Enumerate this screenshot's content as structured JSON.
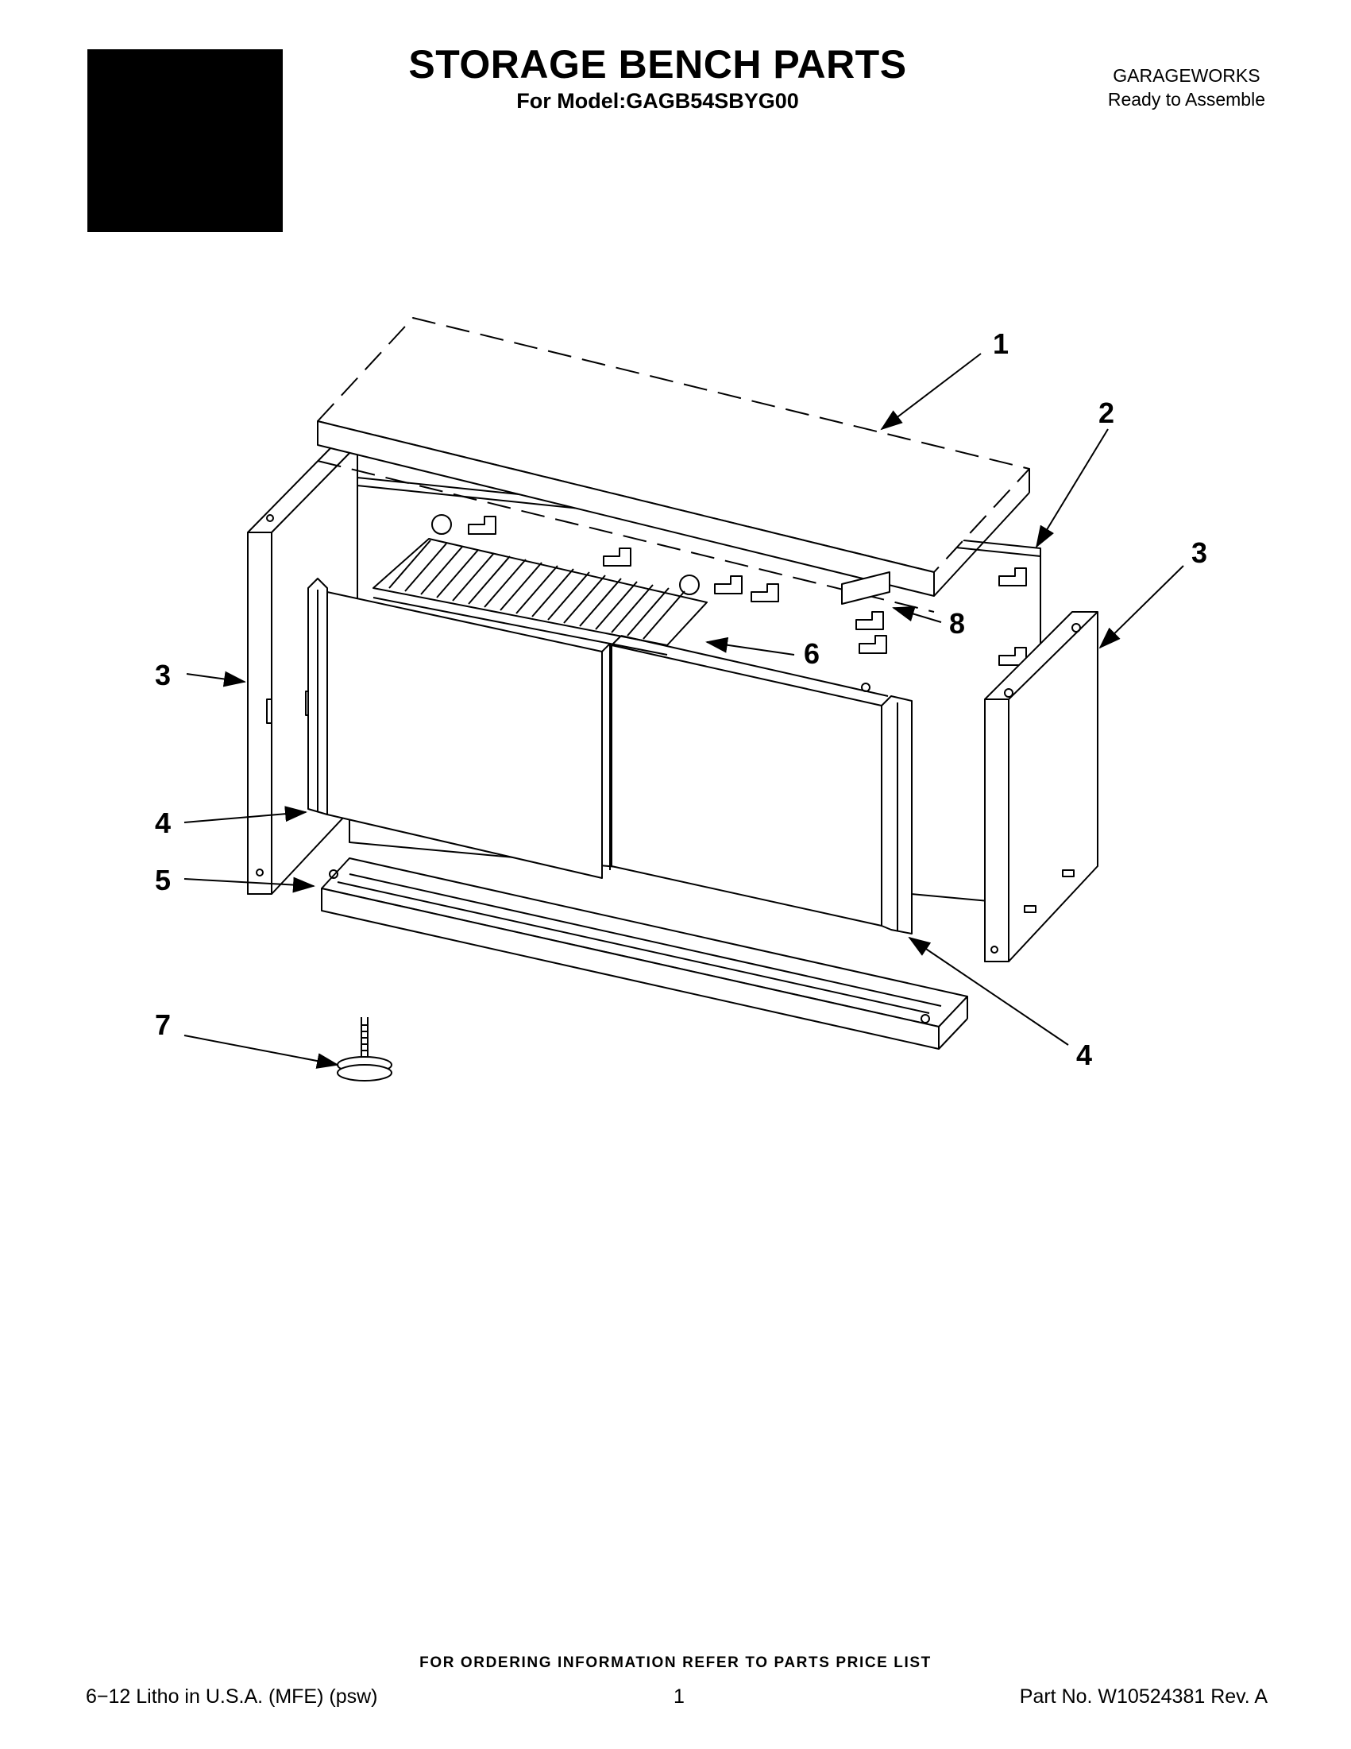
{
  "header": {
    "title": "STORAGE BENCH PARTS",
    "model": "For Model:GAGB54SBYG00",
    "brand": "GARAGEWORKS",
    "subtitle": "Ready to Assemble"
  },
  "callouts": {
    "c1": "1",
    "c2": "2",
    "c3a": "3",
    "c3b": "3",
    "c4a": "4",
    "c4b": "4",
    "c5": "5",
    "c6": "6",
    "c7": "7",
    "c8": "8"
  },
  "footer": {
    "ordering": "FOR ORDERING INFORMATION REFER TO PARTS PRICE LIST",
    "litho": "6−12 Litho in U.S.A. (MFE) (psw)",
    "page": "1",
    "part_no": "Part No. W10524381 Rev. A"
  },
  "icons": [
    "black-logo-box",
    "exploded-parts-drawing"
  ]
}
